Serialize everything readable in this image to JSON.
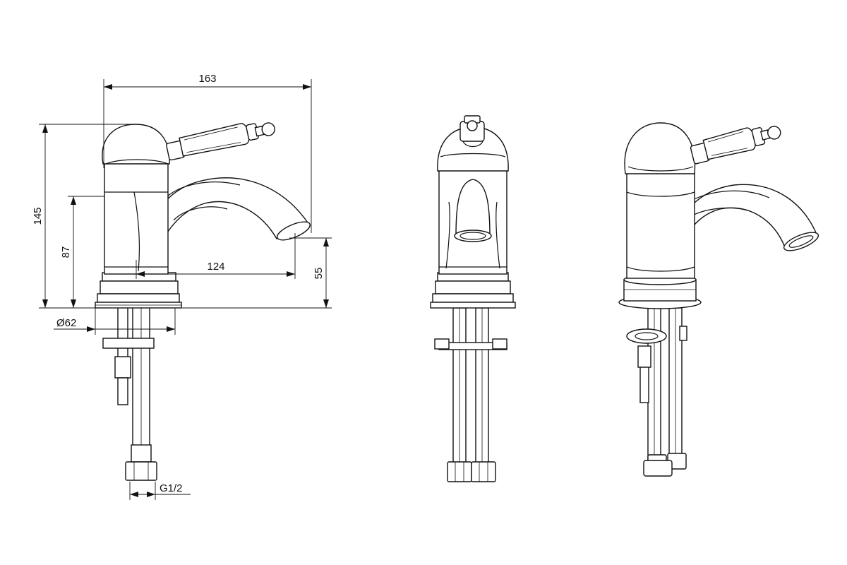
{
  "dimensions": {
    "total_width": "163",
    "total_height": "145",
    "spout_height": "87",
    "spout_reach": "124",
    "outlet_height": "55",
    "base_diameter": "Ø62",
    "thread": "G1/2"
  }
}
